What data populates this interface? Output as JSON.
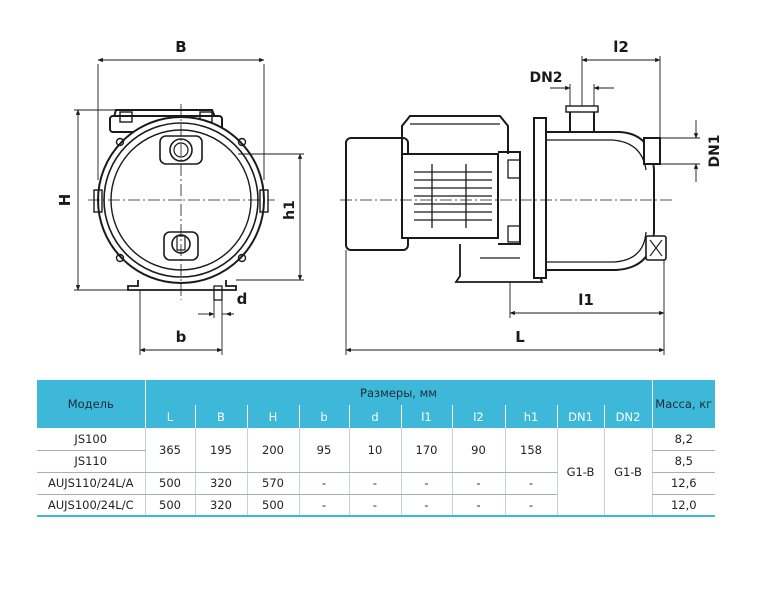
{
  "drawing": {
    "labels": {
      "B": "B",
      "H": "H",
      "h1": "h1",
      "d": "d",
      "b": "b",
      "L": "L",
      "l1": "l1",
      "l2": "l2",
      "DN1": "DN1",
      "DN2": "DN2"
    }
  },
  "table": {
    "headers": {
      "model": "Модель",
      "dimensions": "Размеры, мм",
      "mass": "Масса, кг",
      "sub": [
        "L",
        "B",
        "H",
        "b",
        "d",
        "l1",
        "l2",
        "h1",
        "DN1",
        "DN2"
      ]
    },
    "rows": [
      {
        "model": "JS100",
        "mass": "8,2"
      },
      {
        "model": "JS110",
        "mass": "8,5"
      },
      {
        "model": "AUJS110/24L/A",
        "mass": "12,6"
      },
      {
        "model": "AUJS100/24L/C",
        "mass": "12,0"
      }
    ],
    "js_dims": {
      "L": "365",
      "B": "195",
      "H": "200",
      "b": "95",
      "d": "10",
      "l1": "170",
      "l2": "90",
      "h1": "158"
    },
    "aujs_a_dims": {
      "L": "500",
      "B": "320",
      "H": "570",
      "b": "-",
      "d": "-",
      "l1": "-",
      "l2": "-",
      "h1": "-"
    },
    "aujs_c_dims": {
      "L": "500",
      "B": "320",
      "H": "500",
      "b": "-",
      "d": "-",
      "l1": "-",
      "l2": "-",
      "h1": "-"
    },
    "dn1_value": "G1-B",
    "dn2_value": "G1-B"
  }
}
